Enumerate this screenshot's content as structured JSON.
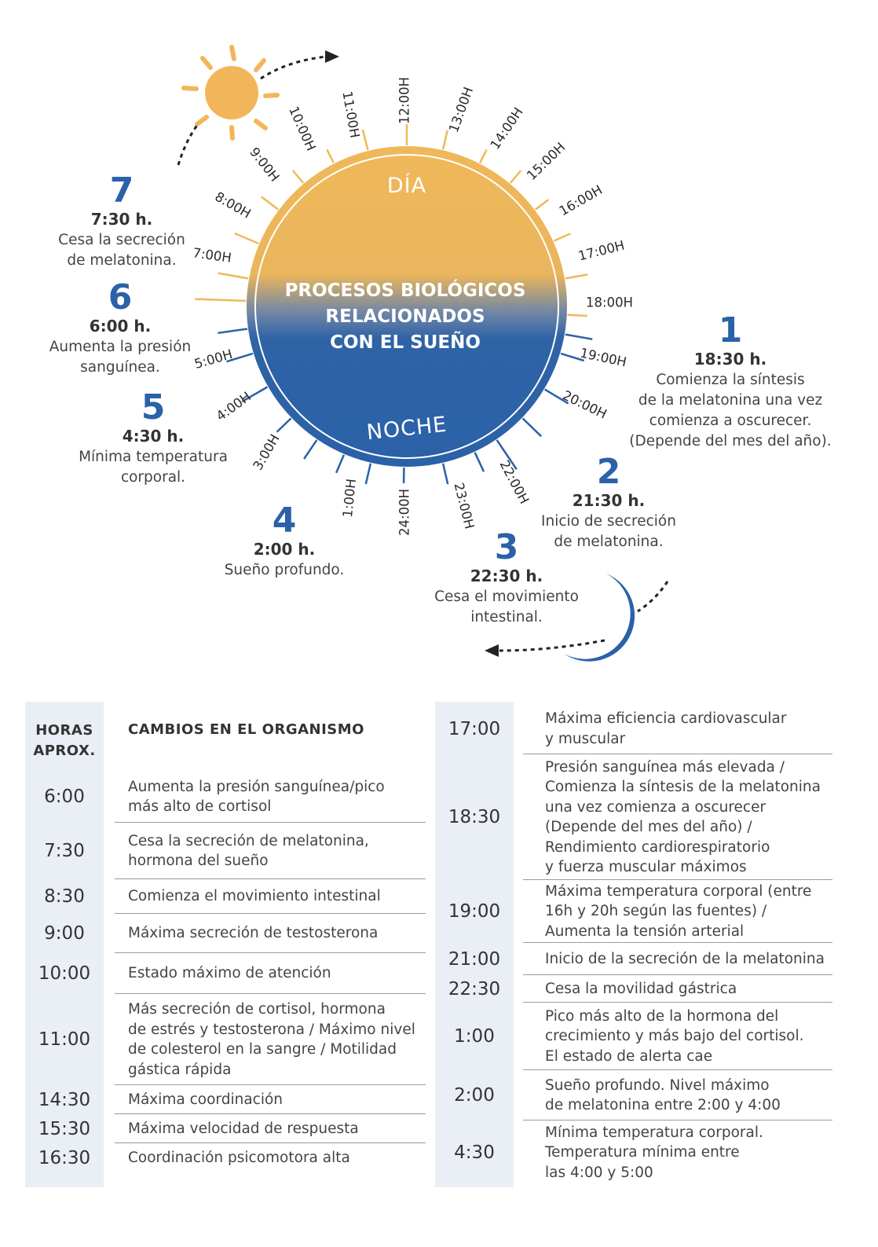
{
  "diagram": {
    "title_lines": [
      "PROCESOS BIOLÓGICOS",
      "RELACIONADOS",
      "CON EL SUEÑO"
    ],
    "day_label": "DÍA",
    "night_label": "NOCHE",
    "hour_labels": [
      "1:00H",
      "3:00H",
      "4:00H",
      "5:00H",
      "7:00H",
      "8:00H",
      "9:00H",
      "10:00H",
      "11:00H",
      "12:00H",
      "13:00H",
      "14:00H",
      "15:00H",
      "16:00H",
      "17:00H",
      "18:00H",
      "19:00H",
      "20:00H",
      "22:00H",
      "23:00H",
      "24:00H"
    ],
    "colors": {
      "day": "#efb85a",
      "night": "#2b61a8",
      "sun": "#f2b65a",
      "moon": "#2b61a8"
    },
    "notes": [
      {
        "num": "7",
        "time": "7:30 h.",
        "text": "Cesa la secreción\nde melatonina."
      },
      {
        "num": "6",
        "time": "6:00 h.",
        "text": "Aumenta la presión\nsanguínea."
      },
      {
        "num": "5",
        "time": "4:30 h.",
        "text": "Mínima temperatura\ncorporal."
      },
      {
        "num": "4",
        "time": "2:00 h.",
        "text": "Sueño profundo."
      },
      {
        "num": "3",
        "time": "22:30 h.",
        "text": "Cesa el movimiento\nintestinal."
      },
      {
        "num": "2",
        "time": "21:30 h.",
        "text": "Inicio de secreción\nde melatonina."
      },
      {
        "num": "1",
        "time": "18:30 h.",
        "text": "Comienza la síntesis\nde la melatonina una vez\ncomienza a oscurecer.\n(Depende del mes del año)."
      }
    ]
  },
  "table": {
    "header_hours": "HORAS\nAPROX.",
    "header_changes": "CAMBIOS EN EL ORGANISMO",
    "left_rows": [
      {
        "hour": "6:00",
        "text": "Aumenta la presión sanguínea/pico\nmás alto de cortisol"
      },
      {
        "hour": "7:30",
        "text": "Cesa la secreción de melatonina,\nhormona del sueño"
      },
      {
        "hour": "8:30",
        "text": "Comienza el movimiento intestinal"
      },
      {
        "hour": "9:00",
        "text": "Máxima secreción de testosterona"
      },
      {
        "hour": "10:00",
        "text": "Estado máximo de atención"
      },
      {
        "hour": "11:00",
        "text": "Más secreción de cortisol, hormona\nde estrés y testosterona / Máximo nivel\nde colesterol en la sangre / Motilidad\ngástica rápida"
      },
      {
        "hour": "14:30",
        "text": "Máxima coordinación"
      },
      {
        "hour": "15:30",
        "text": "Máxima velocidad de respuesta"
      },
      {
        "hour": "16:30",
        "text": "Coordinación psicomotora alta"
      }
    ],
    "right_rows": [
      {
        "hour": "17:00",
        "text": "Máxima eficiencia cardiovascular\ny muscular"
      },
      {
        "hour": "18:30",
        "text": "Presión sanguínea más elevada /\nComienza la síntesis de la melatonina\nuna vez comienza a oscurecer\n(Depende del mes del año) /\nRendimiento cardiorespiratorio\ny fuerza muscular máximos"
      },
      {
        "hour": "19:00",
        "text": "Máxima temperatura corporal (entre\n16h y 20h según las fuentes) /\nAumenta la tensión arterial"
      },
      {
        "hour": "21:00",
        "text": "Inicio de la secreción de la melatonina"
      },
      {
        "hour": "22:30",
        "text": "Cesa la movilidad gástrica"
      },
      {
        "hour": "1:00",
        "text": "Pico más alto de la hormona del\ncrecimiento y más bajo del cortisol.\nEl estado de alerta cae"
      },
      {
        "hour": "2:00",
        "text": "Sueño profundo. Nivel máximo\nde melatonina entre 2:00 y 4:00"
      },
      {
        "hour": "4:30",
        "text": "Mínima temperatura corporal.\nTemperatura mínima entre\nlas 4:00 y 5:00"
      }
    ]
  }
}
